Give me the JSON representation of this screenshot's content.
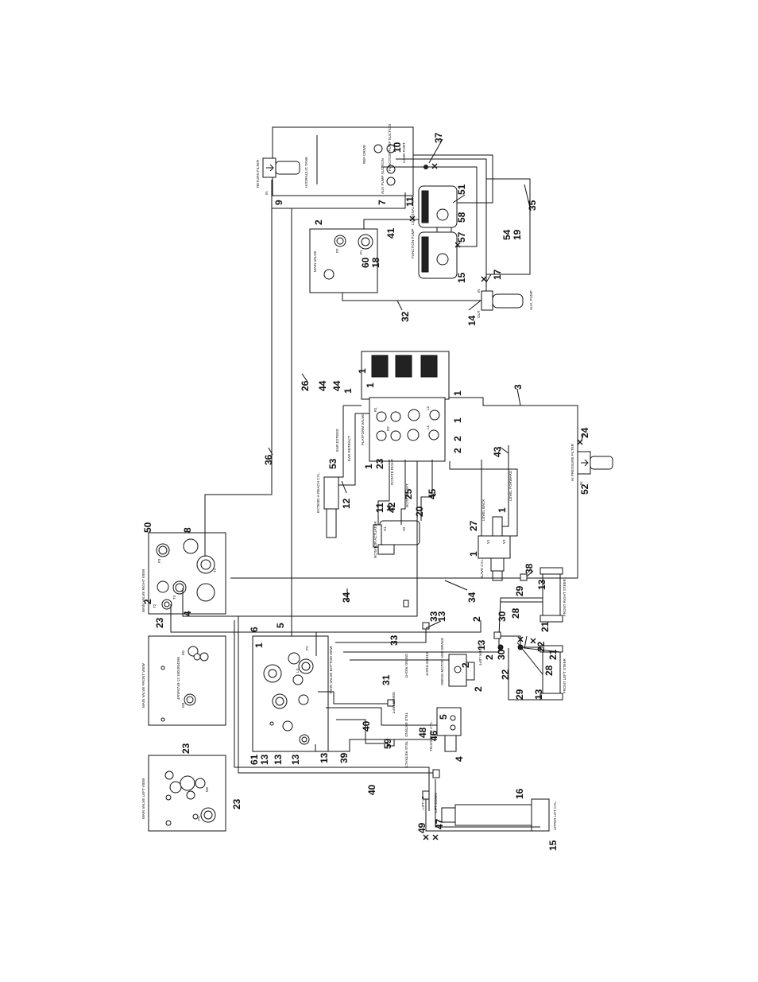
{
  "callouts": [
    "1",
    "2",
    "3",
    "4",
    "5",
    "6",
    "7",
    "8",
    "9",
    "10",
    "11",
    "12",
    "13",
    "14",
    "15",
    "16",
    "17",
    "18",
    "19",
    "20",
    "21",
    "22",
    "23",
    "24",
    "25",
    "26",
    "27",
    "28",
    "29",
    "30",
    "31",
    "32",
    "33",
    "34",
    "35",
    "36",
    "37",
    "38",
    "39",
    "40",
    "41",
    "42",
    "43",
    "44",
    "45",
    "46",
    "47",
    "48",
    "49",
    "50",
    "51",
    "52",
    "53",
    "54",
    "57",
    "58",
    "59",
    "60",
    "61"
  ],
  "components": {
    "tank": "HYDRAULIC TANK",
    "case_port": "CASE PORT",
    "return_filter": "RETURN FILTER",
    "ref_drive": "REF DRIVE",
    "function_pump_suction": "FUNCTION PUMP SUCTION",
    "aux_pump_suction": "AUX PUMP SUCTION",
    "main_valve_top": "MAIN VALVE",
    "function_pump": "FUNCTION PUMP",
    "ls_signal_port": "LS SIGNAL PORT",
    "aux_pump": "AUX. PUMP",
    "platform_valve": "PLATFORM VALVE",
    "extend_a_reach": "EXTEND-A-REACH CYL.",
    "rotator_actuator": "ROTATOR ACTUATOR",
    "slave_cyl": "SLAVE CYL.",
    "hi_pressure_filter": "HI PRESSURE FILTER",
    "main_valve_right": "MAIN VALVE RIGHT VIEW",
    "main_valve_front": "MAIN VALVE FRONT VIEW",
    "main_valve_left": "MAIN VALVE LEFT VIEW",
    "main_valve_bottom": "MAIN VALVE BOTTOM VIEW",
    "swing_motor": "SWING MOTOR AND BRAKE",
    "telescope_cyl": "TELESCOPE CYL.",
    "upper_lift_cyl": "UPPER LIFT CYL.",
    "front_right_steer": "FRONT RIGHT STEER",
    "front_left_steer": "FRONT LEFT STEER",
    "part_number": "4FNF6749-13 1001854596"
  },
  "line_labels": {
    "ear_extend": "EAR EXTEND",
    "ear_retract": "EAR RETRACT",
    "rotate_right": "ROTATE RIGHT",
    "rotate_left": "ROTATE LEFT",
    "level_back": "LEVEL BACK",
    "level_forward": "LEVEL FORWARD",
    "steer_right": "STEER RIGHT",
    "steer_left": "STEER LEFT",
    "swing_right": "SWING RIGHT",
    "swing_left": "SWING LEFT",
    "tele_extend": "TELE EXTEND",
    "tele_retract": "TELE RETRACT",
    "lift_up": "LIFT UP",
    "lift_down": "LIFT DOWN"
  },
  "port_labels": {
    "in": "IN",
    "out": "OUT",
    "P1": "P1",
    "P2": "P2",
    "P3": "P3",
    "T1": "T1",
    "T2": "T2",
    "T3": "T3",
    "M1": "M1",
    "M2": "M2",
    "M3": "M3",
    "LS": "LS",
    "R1": "R1",
    "R2": "R2",
    "L1": "L1",
    "L2": "L2",
    "V1": "V1",
    "V2": "V2"
  }
}
